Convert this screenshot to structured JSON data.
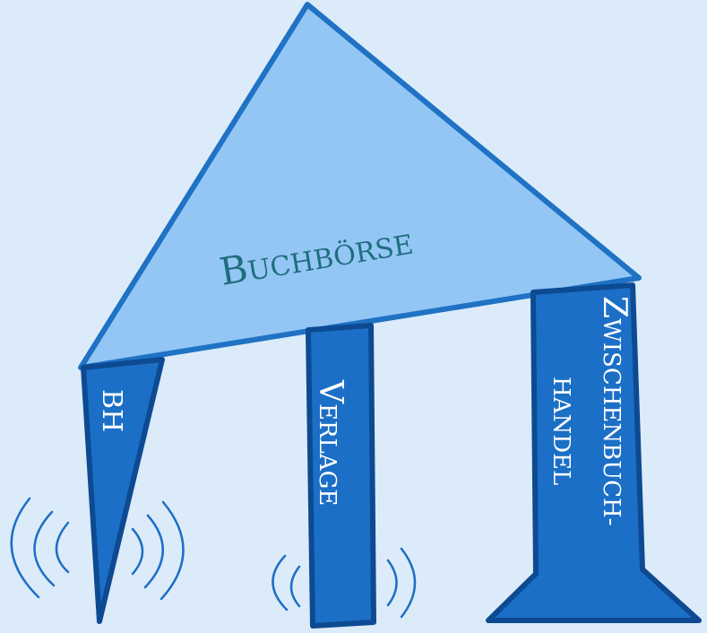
{
  "colors": {
    "background": "#dcebf9",
    "roof_fill": "#93c6f5",
    "roof_stroke": "#1f72c4",
    "pillar_fill": "#1c6fc6",
    "pillar_stroke": "#0d4a92",
    "roof_text": "#1f6e7d",
    "pillar_text": "#ffffff",
    "vibration": "#1c6fc6"
  },
  "roof": {
    "first_letter": "B",
    "rest": "UCHBÖRSE"
  },
  "pillars": [
    {
      "id": "bh",
      "first_letter": "BH",
      "rest": ""
    },
    {
      "id": "verlage",
      "first_letter": "V",
      "rest": "ERLAGE"
    },
    {
      "id": "zwischenbuchhandel",
      "line1_first": "Z",
      "line1_rest": "WISCHENBUCH-",
      "line2": "HANDEL"
    }
  ]
}
